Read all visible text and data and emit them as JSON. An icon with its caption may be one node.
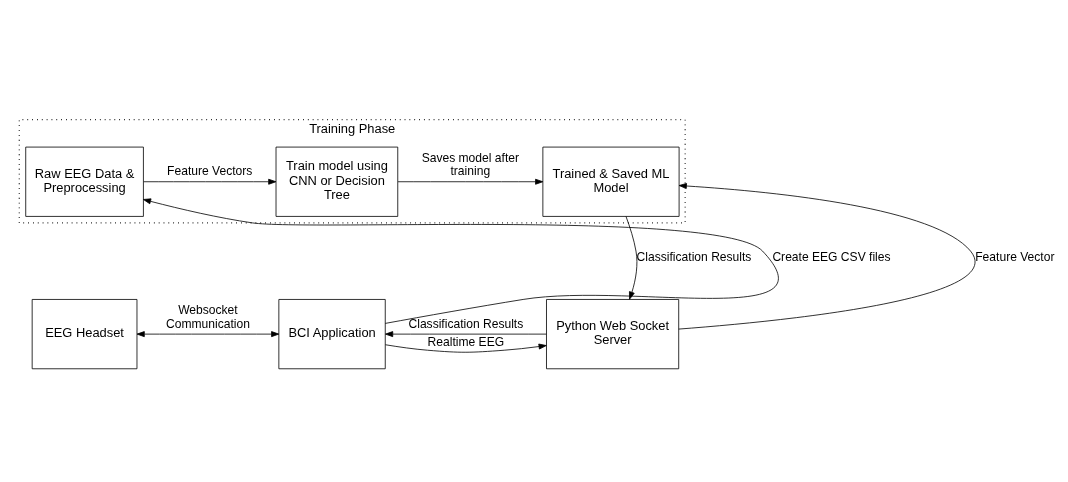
{
  "diagram": {
    "nodes": [
      {
        "text": [
          "Training Phase"
        ]
      },
      {
        "text": [
          "Raw EEG Data & Preprocessing"
        ],
        "in": 0
      },
      {
        "text": [
          "Train model using CNN or Decision Tree"
        ],
        "in": 0
      },
      {
        "text": [
          "Trained & Saved ML Model"
        ],
        "in": 0
      },
      {
        "text": [
          "EEG Headset"
        ]
      },
      {
        "text": [
          "BCI Application"
        ]
      },
      {
        "text": [
          "Python Web Socket Server"
        ]
      }
    ],
    "edges": [
      {
        "from": 1,
        "to": 2,
        "arrow": "to",
        "label": "Feature Vectors"
      },
      {
        "from": 2,
        "to": 3,
        "arrow": "to",
        "label": "Saves model after training"
      },
      {
        "from": 3,
        "to": 6,
        "arrow": "to",
        "label": "Classification Results"
      },
      {
        "from": 6,
        "to": 3,
        "arrow": "to",
        "label": "Feature Vector"
      },
      {
        "from": 5,
        "to": 1,
        "arrow": "to",
        "label": "Create EEG CSV files"
      },
      {
        "from": 4,
        "to": 5,
        "arrow": "both",
        "label": "Websocket Communication"
      },
      {
        "from": 5,
        "to": 6,
        "arrow": "to",
        "label": "Realtime EEG"
      },
      {
        "from": 6,
        "to": 5,
        "arrow": "to",
        "label": "Classification Results"
      }
    ]
  }
}
